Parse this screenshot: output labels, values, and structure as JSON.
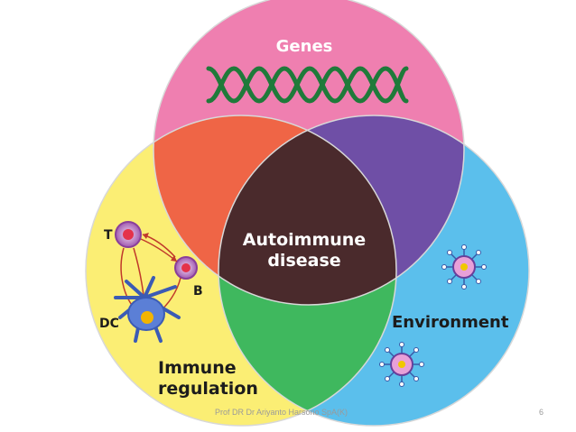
{
  "sets": {
    "genes": "Genes",
    "environment": "Environment",
    "immune_line1": "Immune",
    "immune_line2": "regulation"
  },
  "center": {
    "line1": "Autoimmune",
    "line2": "disease"
  },
  "cells": {
    "t": "T",
    "b": "B",
    "dc": "DC"
  },
  "footer": {
    "credit": "Prof DR Dr Ariyanto Harsono SpA(K)",
    "page": "6"
  },
  "colors": {
    "genes": "#ef7fb0",
    "immune": "#fbee74",
    "environment": "#5bbfec",
    "genes_immune": "#ef6546",
    "genes_environment": "#6f4fa6",
    "immune_environment": "#3fb85e",
    "center": "#4a2a2c",
    "dna": "#1f7a3a"
  },
  "icons": [
    "dna-helix-icon",
    "t-cell-icon",
    "b-cell-icon",
    "dendritic-cell-icon",
    "virus-icon"
  ]
}
